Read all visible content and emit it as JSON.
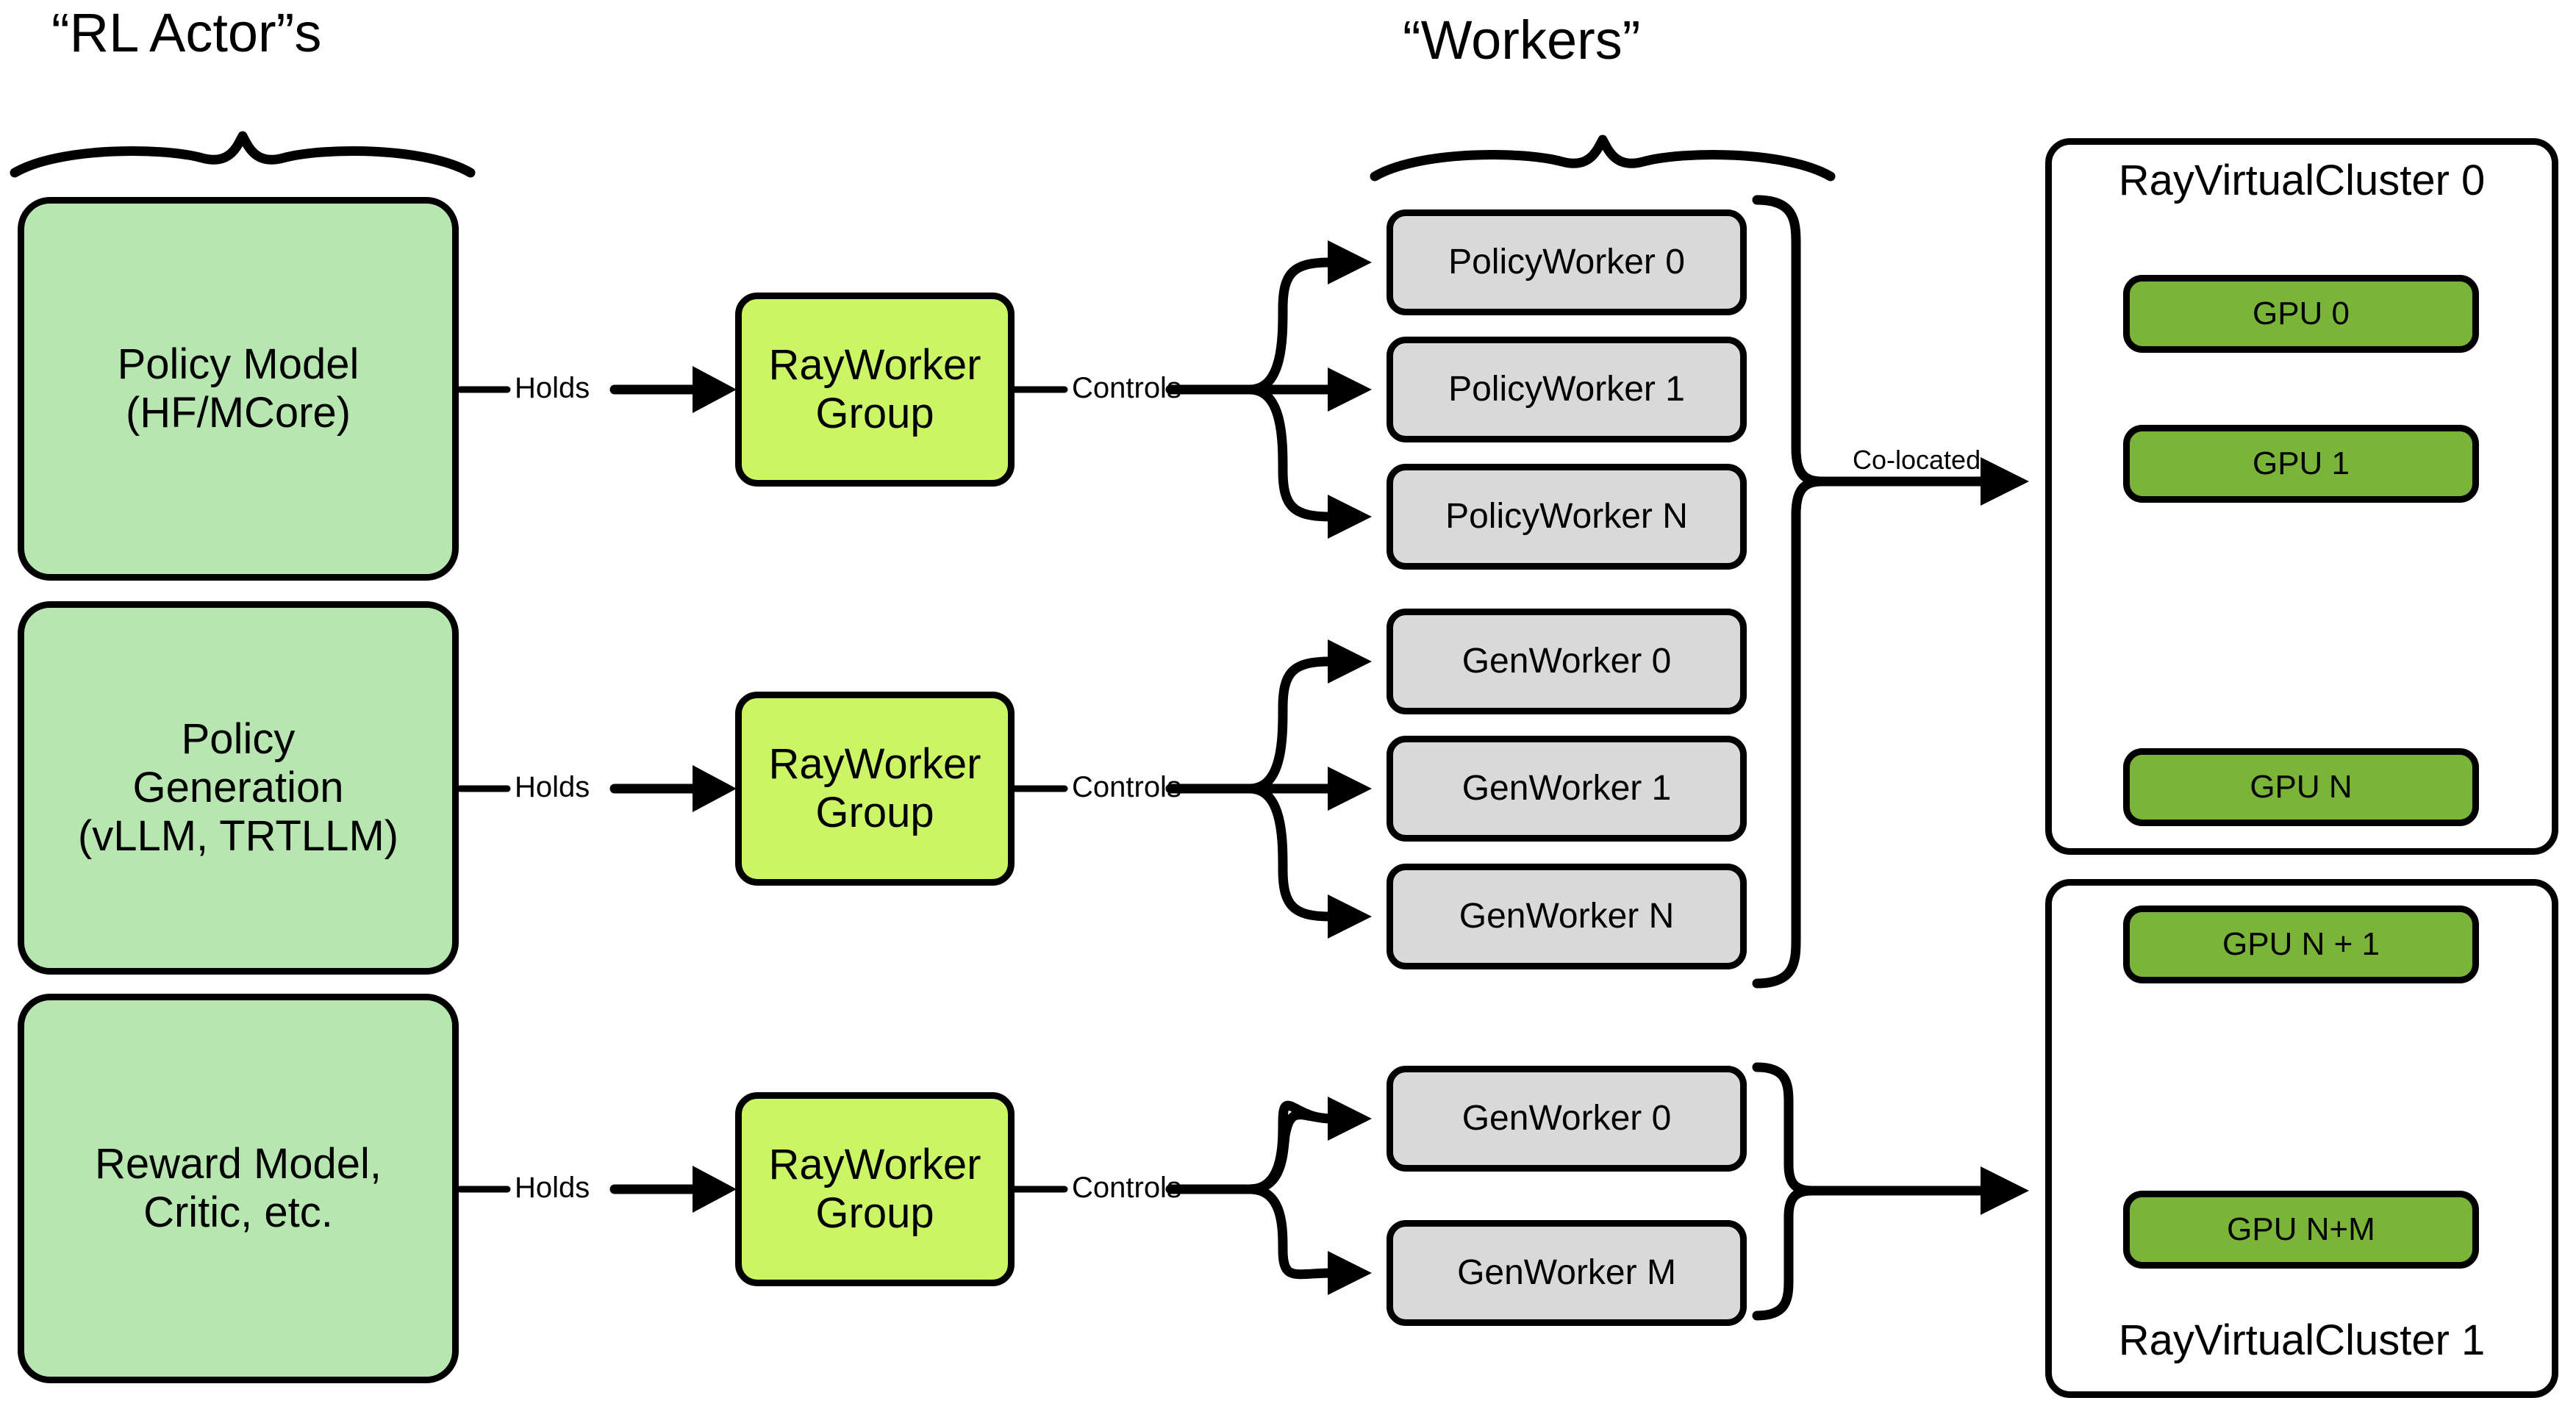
{
  "diagram": {
    "title_left": "“RL Actor”s",
    "title_workers": "“Workers”"
  },
  "actors": [
    {
      "id": "policy-model",
      "line1": "Policy Model",
      "line2": "(HF/MCore)"
    },
    {
      "id": "policy-generation",
      "line1": "Policy",
      "line2": "Generation",
      "line3": "(vLLM, TRTLLM)"
    },
    {
      "id": "reward-model",
      "line1": "Reward Model,",
      "line2": "Critic, etc."
    }
  ],
  "ray_worker_groups": [
    {
      "id": "rwg-0",
      "line1": "RayWorker",
      "line2": "Group"
    },
    {
      "id": "rwg-1",
      "line1": "RayWorker",
      "line2": "Group"
    },
    {
      "id": "rwg-2",
      "line1": "RayWorker",
      "line2": "Group"
    }
  ],
  "edges": {
    "holds": "Holds",
    "controls": "Controls",
    "colocated": "Co-located"
  },
  "worker_groups": [
    {
      "id": "policy-workers",
      "workers": [
        {
          "label": "PolicyWorker 0"
        },
        {
          "label": "PolicyWorker 1"
        },
        {
          "label": "PolicyWorker N"
        }
      ]
    },
    {
      "id": "gen-workers-a",
      "workers": [
        {
          "label": "GenWorker 0"
        },
        {
          "label": "GenWorker 1"
        },
        {
          "label": "GenWorker N"
        }
      ]
    },
    {
      "id": "gen-workers-b",
      "workers": [
        {
          "label": "GenWorker 0"
        },
        {
          "label": "GenWorker M"
        }
      ]
    }
  ],
  "clusters": [
    {
      "id": "cluster-0",
      "title": "RayVirtualCluster 0",
      "title_position": "top",
      "gpus": [
        {
          "label": "GPU 0"
        },
        {
          "label": "GPU 1"
        },
        {
          "label": "GPU N"
        }
      ],
      "ellipsis_between": [
        1,
        2
      ]
    },
    {
      "id": "cluster-1",
      "title": "RayVirtualCluster 1",
      "title_position": "bottom",
      "gpus": [
        {
          "label": "GPU N + 1"
        },
        {
          "label": "GPU N+M"
        }
      ],
      "ellipsis_between": [
        0,
        1
      ]
    }
  ],
  "colors": {
    "actor_fill": "#b8e6b0",
    "rayworker_fill": "#ccf566",
    "worker_fill": "#d9d9d9",
    "gpu_fill": "#7ab53a",
    "stroke": "#000000",
    "background": "#ffffff"
  }
}
